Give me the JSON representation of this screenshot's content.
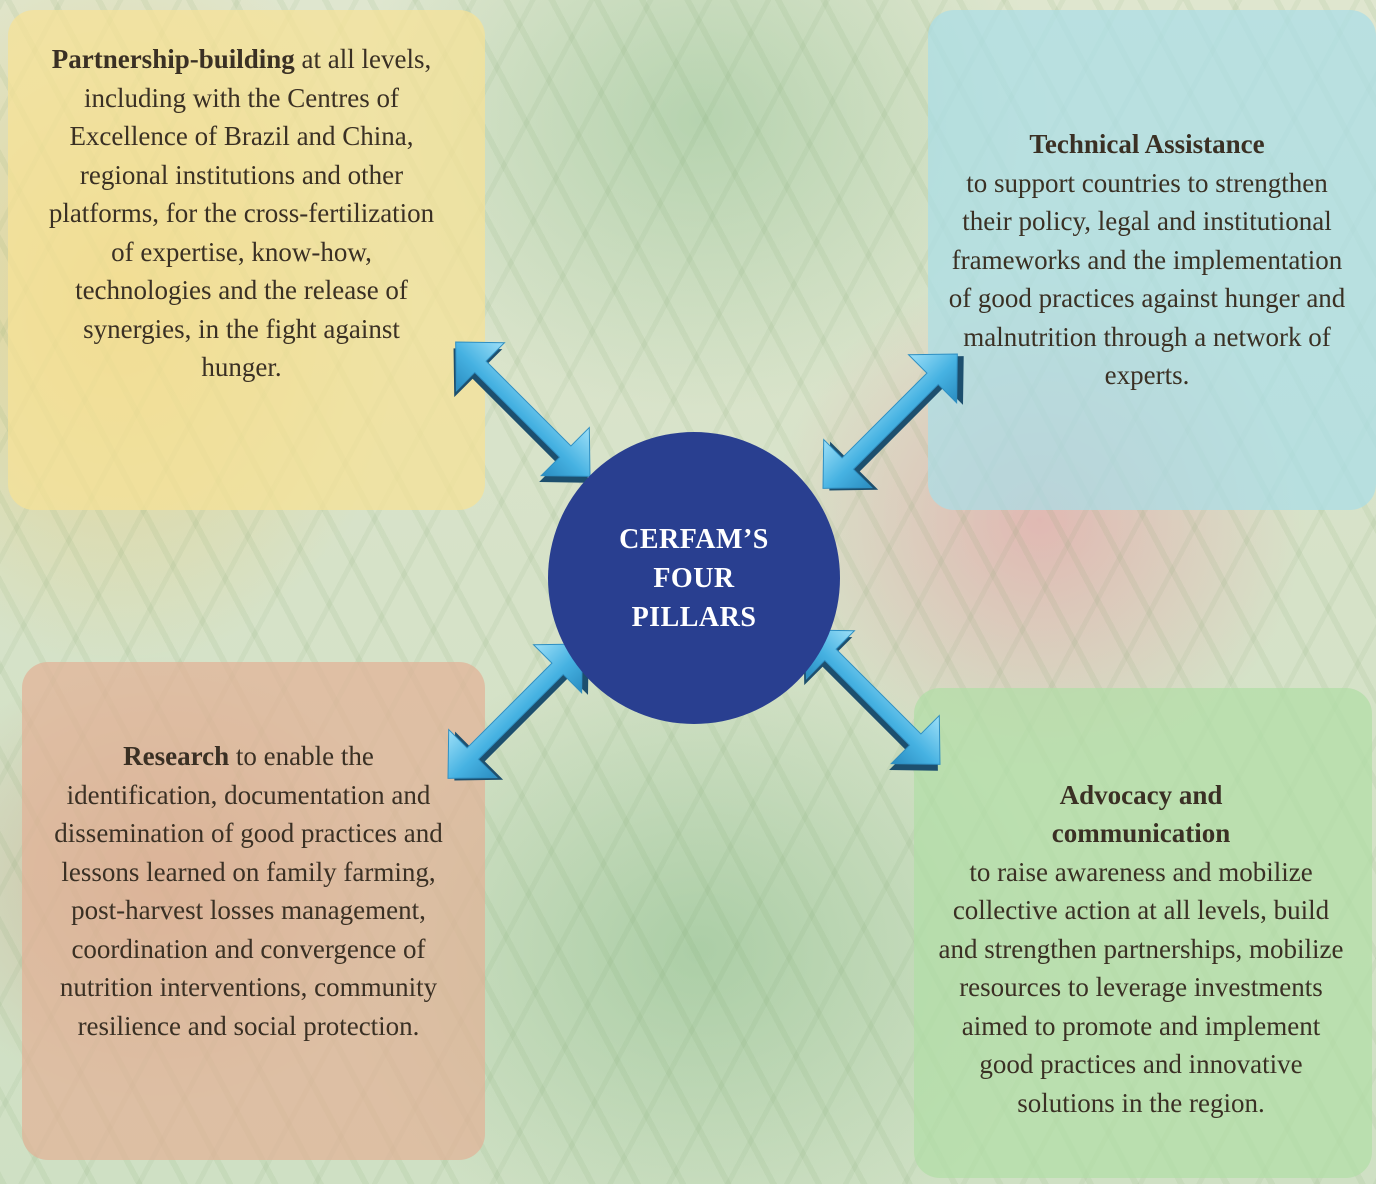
{
  "center": {
    "lines": [
      "CERFAM’S",
      "FOUR",
      "PILLARS"
    ]
  },
  "pillars": {
    "partnership": {
      "title": "Partnership-building",
      "text": " at all levels, including with the Centres of Excellence of Brazil and China, regional institutions and other platforms, for the cross-fertilization of expertise, know-how, technologies and the release of synergies, in the fight against hunger."
    },
    "technical": {
      "title": "Technical Assistance",
      "text": "to support countries to strengthen their policy, legal and institutional frameworks and the implementation of good practices against hunger and malnutrition through a network of experts."
    },
    "research": {
      "title": "Research",
      "text": " to enable the identification, documentation and dissemination of good practices and lessons learned on family farming, post-harvest losses management, coordination and convergence of nutrition interventions, community resilience and social protection."
    },
    "advocacy": {
      "title": "Advocacy and communication",
      "text": "to raise awareness and mobilize collective action at all levels, build and strengthen partnerships, mobilize resources to leverage investments aimed to promote and implement good practices and innovative solutions in the region."
    }
  },
  "colors": {
    "circle": "#293f90",
    "arrow_light": "#7fd2f2",
    "arrow_mid": "#3aa6d8",
    "arrow_dark": "#1d4f6e"
  }
}
